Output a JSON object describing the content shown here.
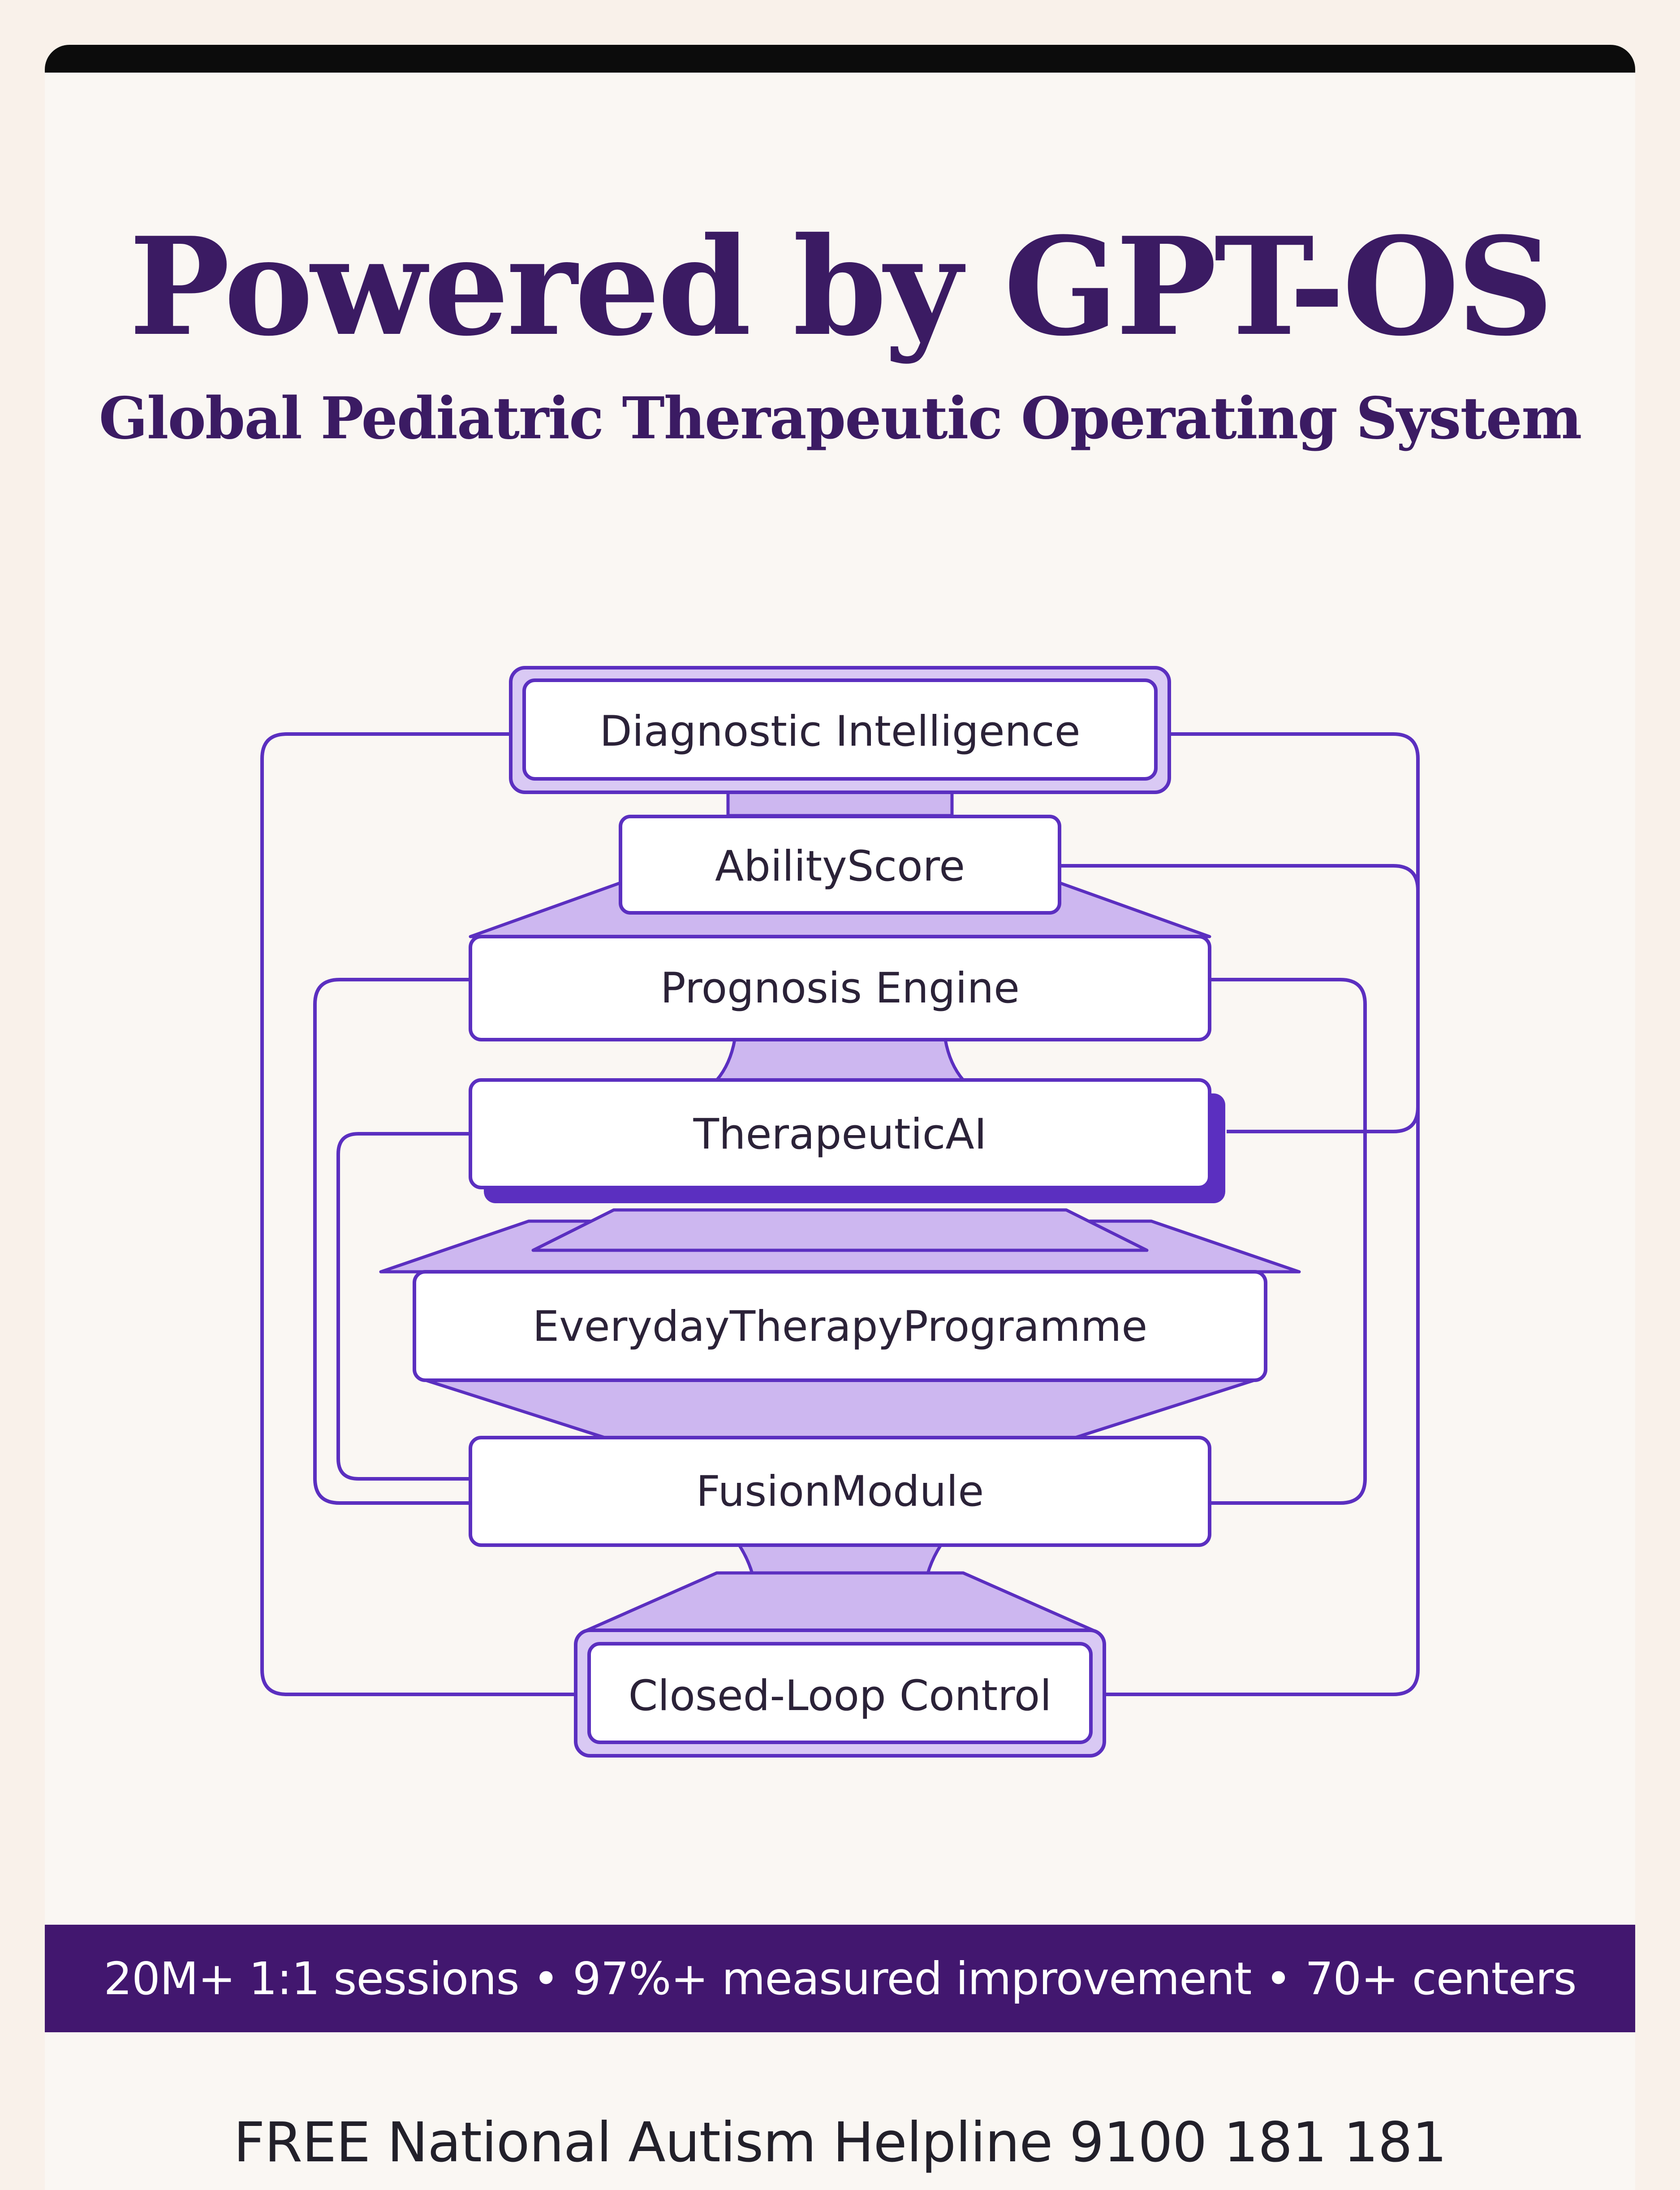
{
  "header": {
    "title": "Powered by GPT-OS",
    "subtitle": "Global Pediatric Therapeutic Operating System"
  },
  "diagram": {
    "nodes": [
      {
        "id": "diagnostic",
        "label": "Diagnostic Intelligence"
      },
      {
        "id": "ability",
        "label": "AbilityScore"
      },
      {
        "id": "prognosis",
        "label": "Prognosis Engine"
      },
      {
        "id": "therapeutic",
        "label": "TherapeuticAI"
      },
      {
        "id": "everyday",
        "label": "EverydayTherapyProgramme"
      },
      {
        "id": "fusion",
        "label": "FusionModule"
      },
      {
        "id": "closedloop",
        "label": "Closed-Loop Control"
      }
    ]
  },
  "stats": {
    "text": "20M+ 1:1 sessions • 97%+ measured improvement • 70+ centers"
  },
  "helpline": {
    "text": "FREE National Autism Helpline 9100 181 181"
  },
  "colors": {
    "title": "#3b1b63",
    "stroke": "#5b2fc0",
    "fill_light": "#cdb7f0",
    "band": "#42176f"
  }
}
